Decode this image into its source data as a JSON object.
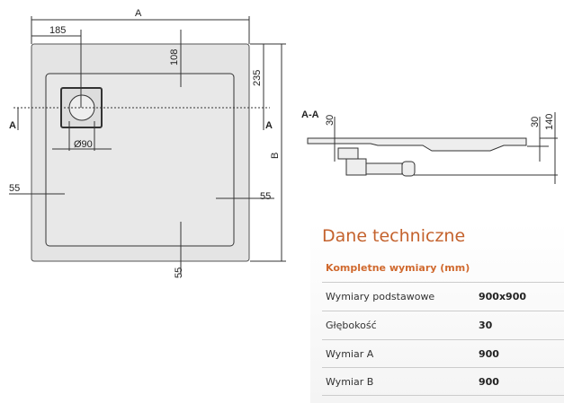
{
  "drawing": {
    "dim_a": "A",
    "dim_b": "B",
    "dim_185": "185",
    "dim_108": "108",
    "dim_235": "235",
    "dim_90": "Ø90",
    "dim_55_left": "55",
    "dim_55_right": "55",
    "dim_55_bottom": "55",
    "section_left": "A",
    "section_right": "A"
  },
  "section": {
    "label": "A-A",
    "dim_30_left": "30",
    "dim_30_right": "30",
    "dim_140": "140"
  },
  "tech": {
    "title": "Dane techniczne",
    "subtitle": "Kompletne wymiary (mm)",
    "rows": [
      {
        "label": "Wymiary podstawowe",
        "value": "900x900"
      },
      {
        "label": "Głębokość",
        "value": "30"
      },
      {
        "label": "Wymiar A",
        "value": "900"
      },
      {
        "label": "Wymiar B",
        "value": "900"
      }
    ]
  }
}
